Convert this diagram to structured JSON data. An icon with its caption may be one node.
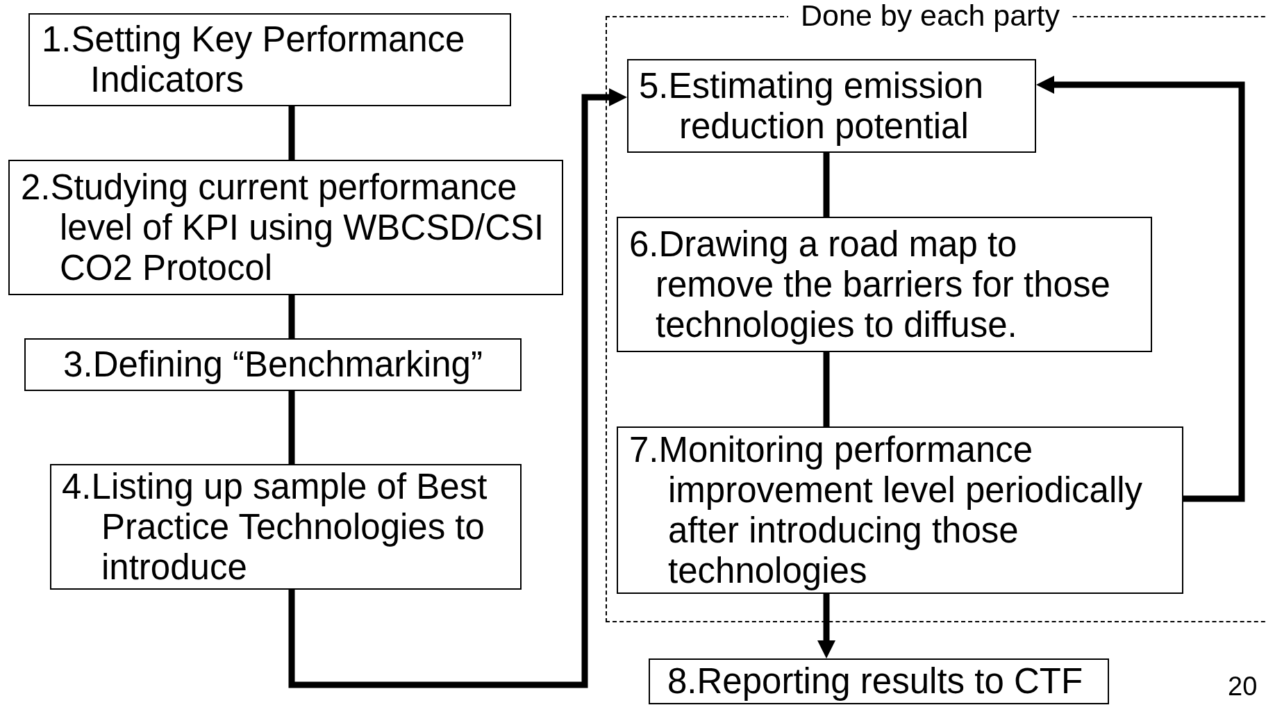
{
  "diagram": {
    "nodes": [
      {
        "text": [
          "1.Setting Key Performance Indicators"
        ]
      },
      {
        "text": [
          "2.Studying current performance level of KPI using WBCSD/CSI CO2 Protocol"
        ]
      },
      {
        "text": [
          "3.Defining “Benchmarking”"
        ]
      },
      {
        "text": [
          "4.Listing up sample of Best Practice Technologies to introduce"
        ]
      },
      {
        "text": [
          "Done by each party"
        ]
      },
      {
        "text": [
          "5.Estimating emission reduction potential"
        ],
        "in": 4
      },
      {
        "text": [
          "6.Drawing a road map to remove the barriers for those technologies to diffuse."
        ],
        "in": 4
      },
      {
        "text": [
          "7.Monitoring performance improvement level periodically after introducing those technologies"
        ],
        "in": 4
      },
      {
        "text": [
          "8.Reporting results to CTF"
        ]
      }
    ],
    "edges": [
      {
        "from": 0,
        "to": 1,
        "arrow": "none"
      },
      {
        "from": 1,
        "to": 2,
        "arrow": "none"
      },
      {
        "from": 2,
        "to": 3,
        "arrow": "none"
      },
      {
        "from": 3,
        "to": 5,
        "arrow": "to"
      },
      {
        "from": 5,
        "to": 6,
        "arrow": "none"
      },
      {
        "from": 6,
        "to": 7,
        "arrow": "none"
      },
      {
        "from": 7,
        "to": 8,
        "arrow": "to"
      },
      {
        "from": 7,
        "to": 5,
        "arrow": "to"
      }
    ],
    "labels": [
      "20"
    ]
  }
}
